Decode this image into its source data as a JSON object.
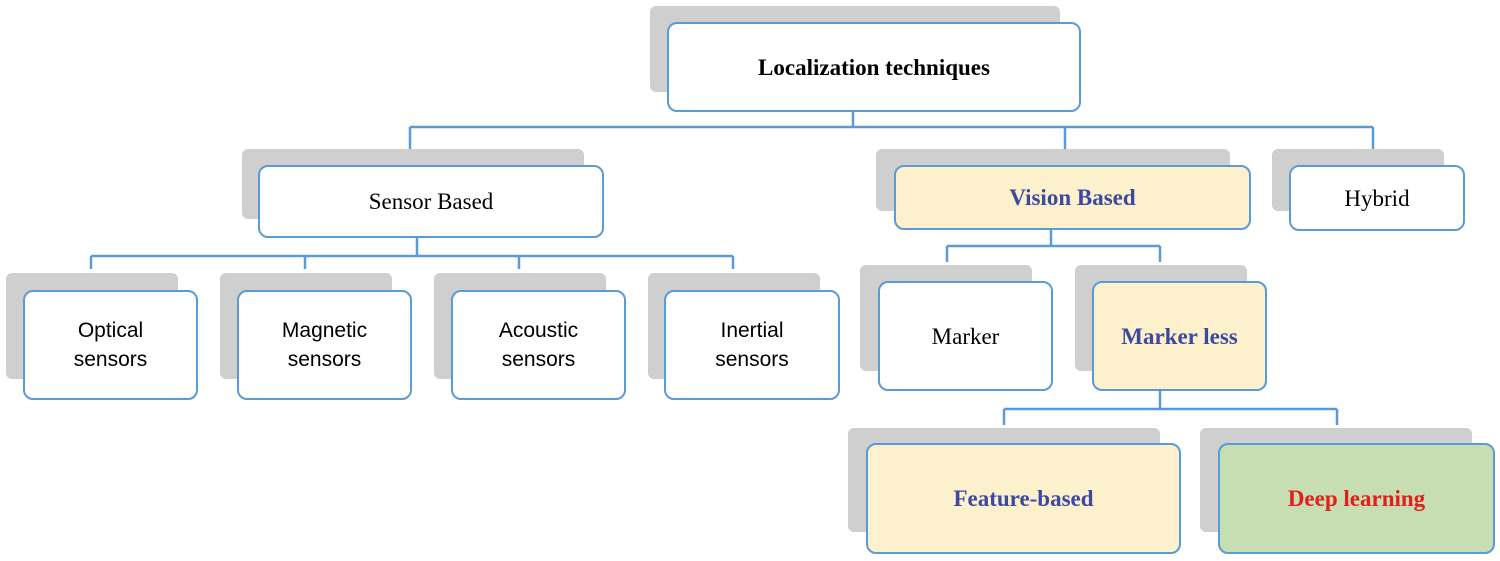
{
  "diagram": {
    "root": {
      "label": "Localization techniques"
    },
    "sensor_based": {
      "label": "Sensor Based",
      "children": [
        {
          "label": "Optical\nsensors"
        },
        {
          "label": "Magnetic\nsensors"
        },
        {
          "label": "Acoustic\nsensors"
        },
        {
          "label": "Inertial\nsensors"
        }
      ]
    },
    "vision_based": {
      "label": "Vision Based",
      "marker": {
        "label": "Marker"
      },
      "marker_less": {
        "label": "Marker less",
        "feature_based": {
          "label": "Feature-based"
        },
        "deep_learning": {
          "label": "Deep learning"
        }
      }
    },
    "hybrid": {
      "label": "Hybrid"
    }
  },
  "colors": {
    "border": "#5b9bd5",
    "shadow": "#cfcfcf",
    "highlight_fill": "#fdf0cc",
    "highlight_text": "#3b4aa0",
    "deep_learning_fill": "#c7deb3",
    "deep_learning_text": "#e0201b"
  }
}
